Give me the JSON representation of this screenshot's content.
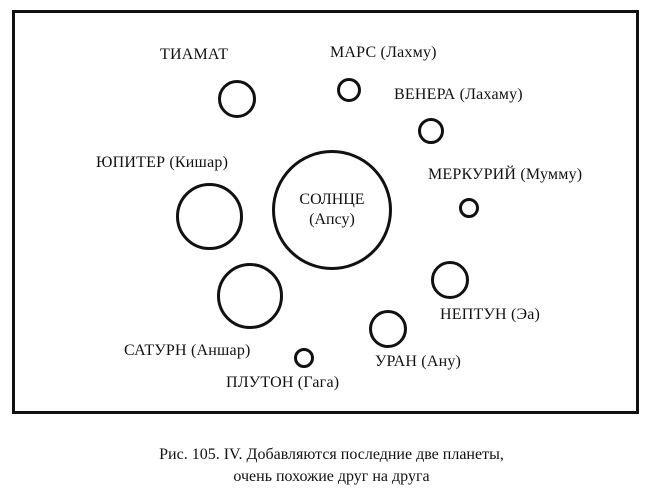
{
  "diagram": {
    "sun": {
      "name": "СОЛНЦЕ",
      "alias": "(Апсу)"
    },
    "bodies": [
      {
        "id": "tiamat",
        "label": "ТИАМАТ"
      },
      {
        "id": "mars",
        "label": "МАРС (Лахму)"
      },
      {
        "id": "venus",
        "label": "ВЕНЕРА (Лахаму)"
      },
      {
        "id": "jupiter",
        "label": "ЮПИТЕР (Кишар)"
      },
      {
        "id": "mercury",
        "label": "МЕРКУРИЙ (Мумму)"
      },
      {
        "id": "neptune",
        "label": "НЕПТУН (Эа)"
      },
      {
        "id": "saturn",
        "label": "САТУРН (Аншар)"
      },
      {
        "id": "uranus",
        "label": "УРАН (Ану)"
      },
      {
        "id": "pluto",
        "label": "ПЛУТОН (Гага)"
      }
    ]
  },
  "caption": {
    "line1": "Рис. 105. IV. Добавляются последние две планеты,",
    "line2": "очень похожие друг на друга"
  }
}
